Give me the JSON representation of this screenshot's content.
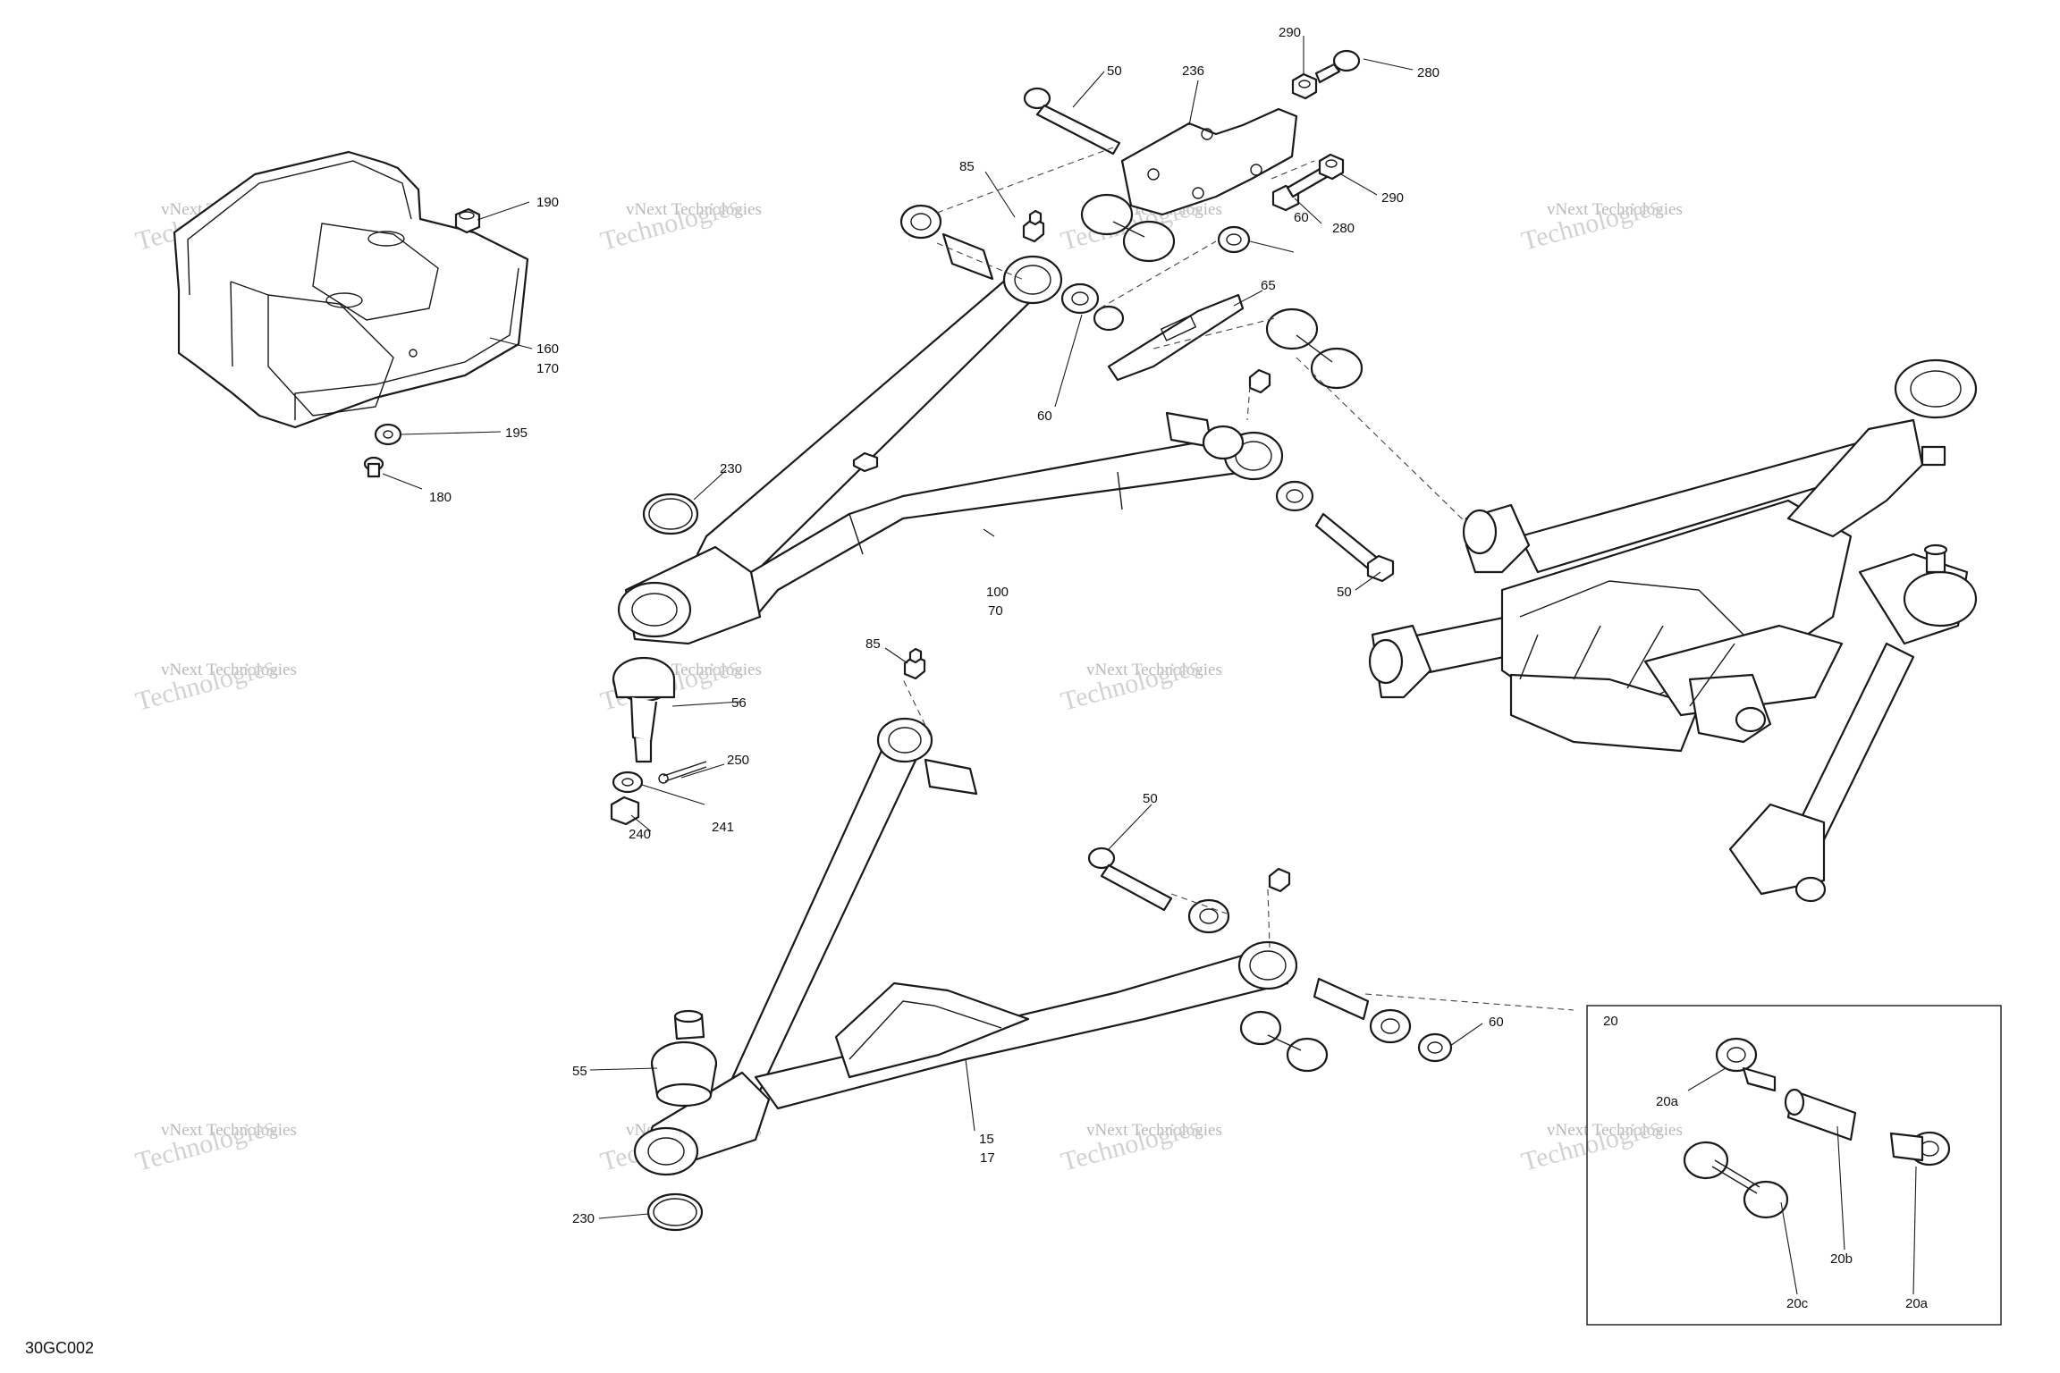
{
  "drawing_code": "30GC002",
  "watermark": {
    "line1": "vNext Technologies",
    "line2": "Technologies"
  },
  "detail_box": {
    "label": "20"
  },
  "callouts": {
    "c190": "190",
    "c160": "160",
    "c170": "170",
    "c195": "195",
    "c180": "180",
    "c50a": "50",
    "c236": "236",
    "c290a": "290",
    "c280a": "280",
    "c85a": "85",
    "c290b": "290",
    "c280b": "280",
    "c60a": "60",
    "c65": "65",
    "c60b": "60",
    "c230a": "230",
    "c100": "100",
    "c70": "70",
    "c50b": "50",
    "c85b": "85",
    "c56": "56",
    "c250": "250",
    "c241": "241",
    "c240": "240",
    "c50c": "50",
    "c60c": "60",
    "c55": "55",
    "c15": "15",
    "c17": "17",
    "c230b": "230",
    "c20a1": "20a",
    "c20b": "20b",
    "c20c": "20c",
    "c20a2": "20a"
  }
}
